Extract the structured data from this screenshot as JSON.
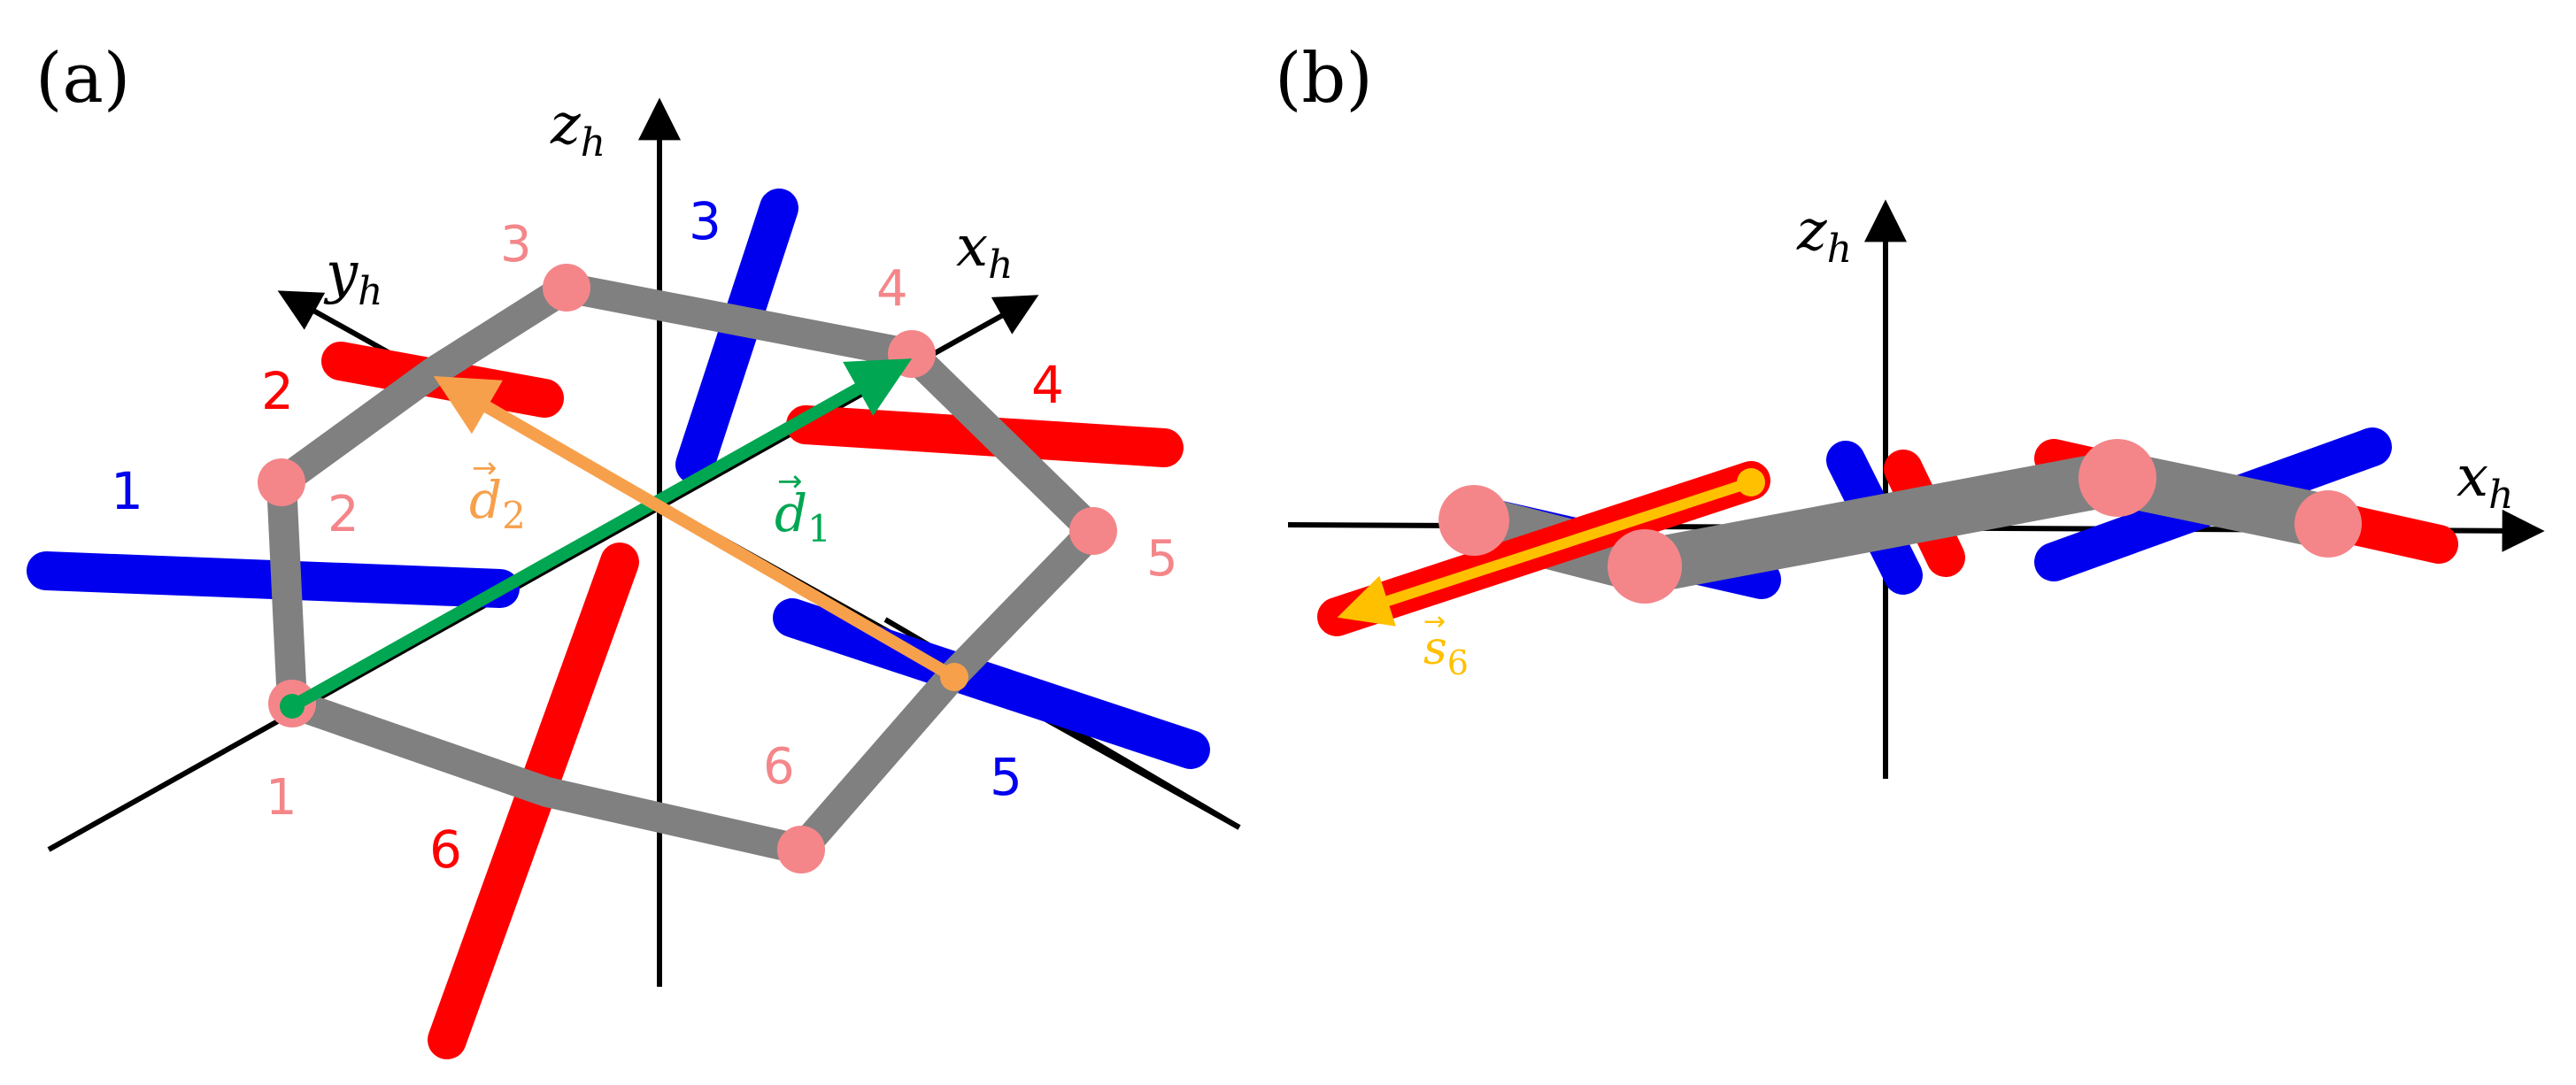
{
  "panel_a": {
    "label": "(a)",
    "axes": {
      "z": "z",
      "y": "y",
      "x": "x",
      "sub": "h"
    },
    "node_labels": [
      "1",
      "2",
      "3",
      "4",
      "5",
      "6"
    ],
    "rod_labels": [
      "1",
      "2",
      "3",
      "4",
      "5",
      "6"
    ],
    "vector_d1": {
      "letter": "d",
      "sub": "1"
    },
    "vector_d2": {
      "letter": "d",
      "sub": "2"
    }
  },
  "panel_b": {
    "label": "(b)",
    "axes": {
      "z": "z",
      "x": "x",
      "sub": "h"
    },
    "vector_s6": {
      "letter": "s",
      "sub": "6"
    }
  },
  "colors": {
    "red_rod": "#ff0000",
    "blue_rod": "#0000ee",
    "grey_ring": "#808080",
    "node": "#f4868a",
    "node_label": "#f4868a",
    "d1": "#00a651",
    "d2": "#f7a04b",
    "s6": "#ffc000",
    "axis": "#000000"
  }
}
